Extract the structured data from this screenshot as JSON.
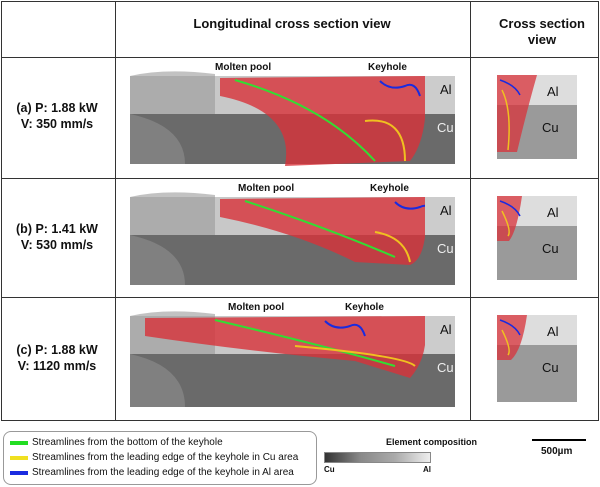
{
  "headers": {
    "longitudinal": "Longitudinal cross section view",
    "cross": "Cross section view"
  },
  "rows": [
    {
      "power": "(a) P: 1.88 kW",
      "speed": "V: 350 mm/s",
      "labels": {
        "pool": "Molten pool",
        "keyhole": "Keyhole"
      }
    },
    {
      "power": "(b) P: 1.41 kW",
      "speed": "V: 530 mm/s",
      "labels": {
        "pool": "Molten pool",
        "keyhole": "Keyhole"
      }
    },
    {
      "power": "(c) P: 1.88 kW",
      "speed": "V: 1120 mm/s",
      "labels": {
        "pool": "Molten pool",
        "keyhole": "Keyhole"
      }
    }
  ],
  "materials": {
    "al": "Al",
    "cu": "Cu"
  },
  "legend": [
    {
      "label": "Streamlines from the bottom of the keyhole",
      "color": "#22dd22"
    },
    {
      "label": "Streamlines from the leading edge of the keyhole in Cu area",
      "color": "#f0e020"
    },
    {
      "label": "Streamlines from the leading edge of the keyhole in Al area",
      "color": "#1a2be0"
    }
  ],
  "composition": {
    "title": "Element composition",
    "min": "Cu",
    "max": "Al"
  },
  "scale": {
    "label": "500µm"
  }
}
